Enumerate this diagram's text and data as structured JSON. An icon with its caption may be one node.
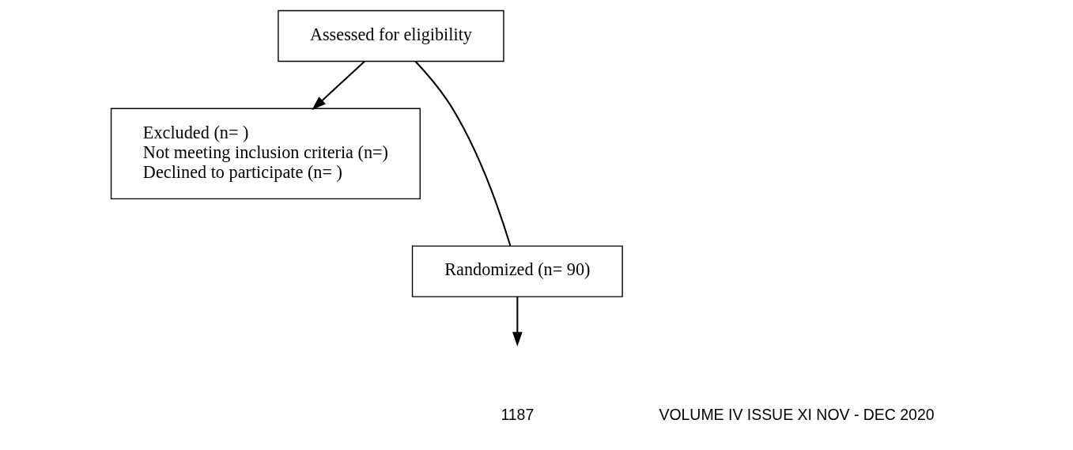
{
  "diagram": {
    "nodes": [
      {
        "text": [
          "Assessed for eligibility"
        ]
      },
      {
        "text": [
          "Excluded (n= )",
          "Not meeting inclusion criteria (n=)",
          "Declined to participate (n= )"
        ]
      },
      {
        "text": [
          "Randomized (n= 90)"
        ]
      }
    ],
    "edges": [
      {
        "from": 0,
        "to": 2,
        "arrow": "none"
      },
      {
        "from": 0,
        "to": 1,
        "arrow": "to"
      },
      {
        "from": 2,
        "to": null,
        "arrow": "to"
      }
    ],
    "labels": [
      "1187",
      "VOLUME IV ISSUE XI NOV - DEC 2020"
    ]
  }
}
